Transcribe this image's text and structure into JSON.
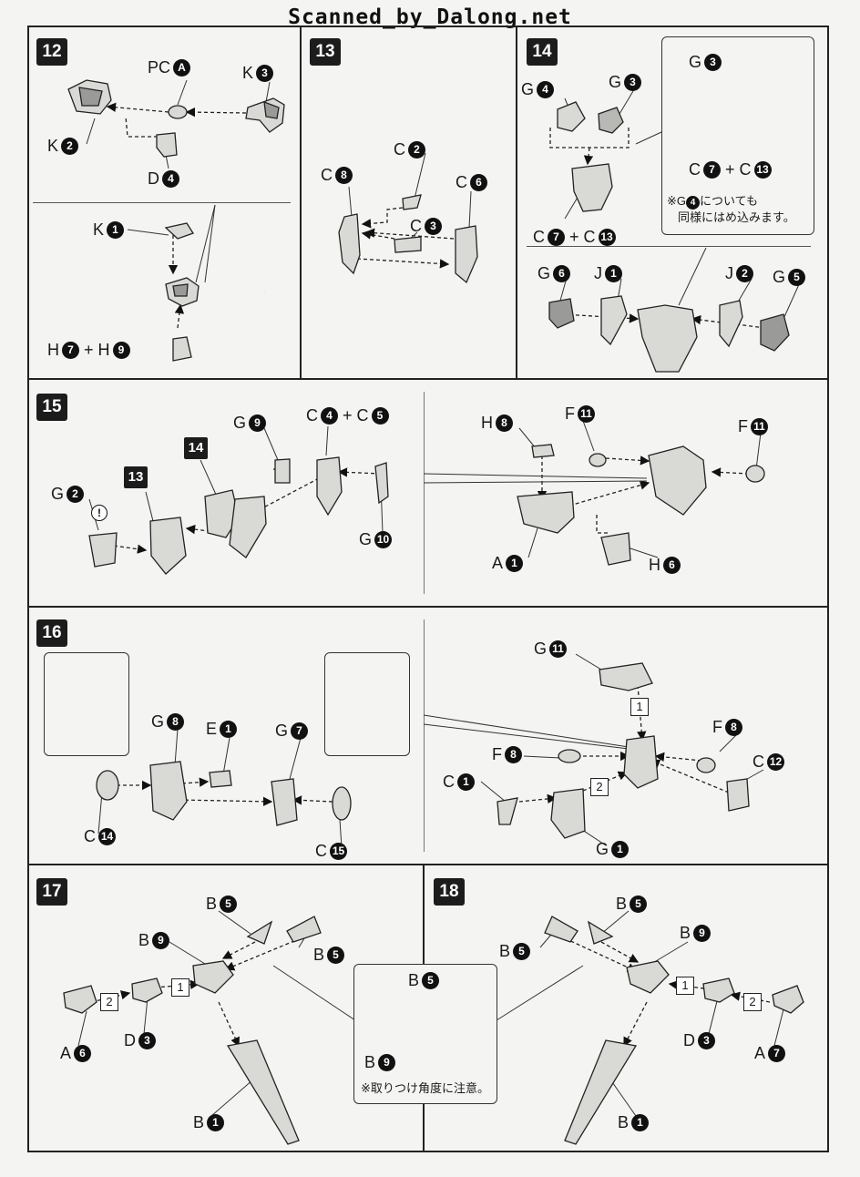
{
  "header": {
    "title": "Scanned_by_Dalong.net"
  },
  "steps": {
    "s12": {
      "no": "12",
      "pc": "PC",
      "pc_tag": "A",
      "k3": "K",
      "k3n": "3",
      "k2": "K",
      "k2n": "2",
      "d4": "D",
      "d4n": "4",
      "k1": "K",
      "k1n": "1",
      "h7": "H",
      "h7n": "7",
      "plus": "+",
      "h9": "H",
      "h9n": "9"
    },
    "s13": {
      "no": "13",
      "c2": "C",
      "c2n": "2",
      "c8": "C",
      "c8n": "8",
      "c6": "C",
      "c6n": "6",
      "c3": "C",
      "c3n": "3"
    },
    "s14": {
      "no": "14",
      "g4": "G",
      "g4n": "4",
      "g3": "G",
      "g3n": "3",
      "c7": "C",
      "c7n": "7",
      "plus": "+",
      "c13": "C",
      "c13n": "13",
      "callout_g3": "G",
      "callout_g3n": "3",
      "callout_c7": "C",
      "callout_c7n": "7",
      "callout_c13": "C",
      "callout_c13n": "13",
      "note_pre": "※G",
      "note_n": "4",
      "note_post": "についても",
      "note_line2": "同様にはめ込みます。",
      "g6": "G",
      "g6n": "6",
      "j1": "J",
      "j1n": "1",
      "j2": "J",
      "j2n": "2",
      "g5": "G",
      "g5n": "5"
    },
    "s15": {
      "no": "15",
      "ref13": "13",
      "ref14": "14",
      "g2": "G",
      "g2n": "2",
      "warn": "!",
      "g9": "G",
      "g9n": "9",
      "c4": "C",
      "c4n": "4",
      "plus": "+",
      "c5": "C",
      "c5n": "5",
      "g10": "G",
      "g10n": "10",
      "h8": "H",
      "h8n": "8",
      "f11a": "F",
      "f11an": "11",
      "f11b": "F",
      "f11bn": "11",
      "a1": "A",
      "a1n": "1",
      "h6": "H",
      "h6n": "6"
    },
    "s16": {
      "no": "16",
      "g8": "G",
      "g8n": "8",
      "e1": "E",
      "e1n": "1",
      "g7": "G",
      "g7n": "7",
      "c14": "C",
      "c14n": "14",
      "c15": "C",
      "c15n": "15",
      "g11": "G",
      "g11n": "11",
      "seq1": "1",
      "seq2": "2",
      "f8a": "F",
      "f8an": "8",
      "f8b": "F",
      "f8bn": "8",
      "c12": "C",
      "c12n": "12",
      "c1": "C",
      "c1n": "1",
      "g1": "G",
      "g1n": "1"
    },
    "s17": {
      "no": "17",
      "b5a": "B",
      "b5an": "5",
      "b5b": "B",
      "b5bn": "5",
      "b9": "B",
      "b9n": "9",
      "seq1": "1",
      "seq2": "2",
      "a6": "A",
      "a6n": "6",
      "d3": "D",
      "d3n": "3",
      "b1": "B",
      "b1n": "1"
    },
    "s18": {
      "no": "18",
      "b5a": "B",
      "b5an": "5",
      "b5b": "B",
      "b5bn": "5",
      "b9": "B",
      "b9n": "9",
      "seq1": "1",
      "seq2": "2",
      "a7": "A",
      "a7n": "7",
      "d3": "D",
      "d3n": "3",
      "b1": "B",
      "b1n": "1"
    },
    "center": {
      "b5": "B",
      "b5n": "5",
      "b9": "B",
      "b9n": "9",
      "note": "※取りつけ角度に注意。"
    }
  }
}
